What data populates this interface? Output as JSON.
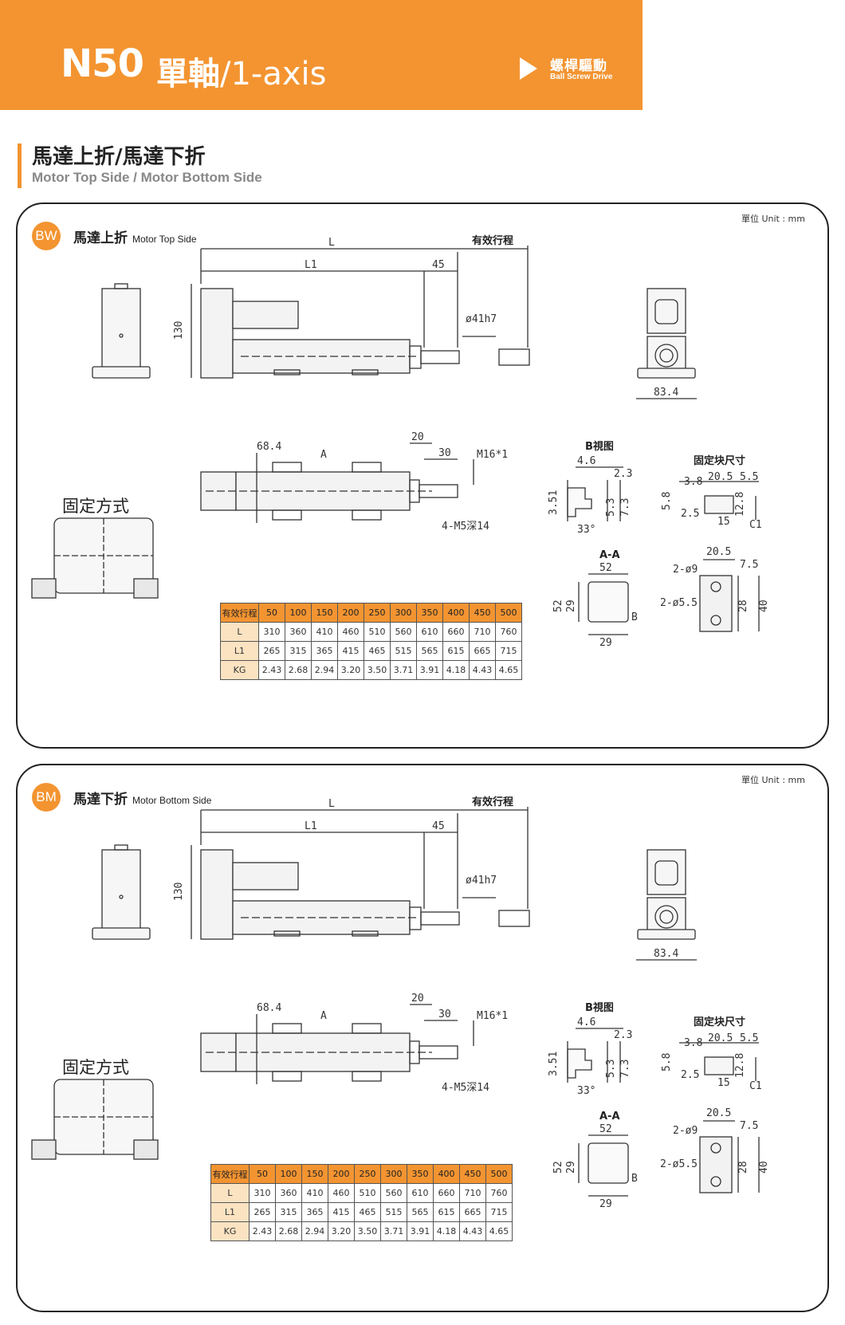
{
  "header": {
    "model": "N50",
    "axis_cn": "單軸",
    "axis_en": "/1-axis",
    "drive_cn": "螺桿驅動",
    "drive_en": "Ball Screw Drive"
  },
  "section": {
    "title_cn": "馬達上折/馬達下折",
    "title_en": "Motor Top Side / Motor Bottom Side"
  },
  "panels": [
    {
      "unit": "單位 Unit : mm",
      "badge": "BW",
      "title_cn": "馬達上折",
      "title_en": "Motor Top Side",
      "labels": {
        "L": "L",
        "L1": "L1",
        "d45": "45",
        "stroke": "有效行程",
        "d130": "130",
        "shaft": "ø41h7",
        "w834": "83.4",
        "d684": "68.4",
        "d20": "20",
        "d30": "30",
        "m16": "M16*1",
        "A": "A",
        "m5": "4-M5深14",
        "fix": "固定方式",
        "bview": "B視图",
        "d46": "4.6",
        "d23": "2.3",
        "d351": "3.51",
        "d53": "5.3",
        "d73": "7.3",
        "ang": "33°",
        "block": "固定块尺寸",
        "d38": "3.8",
        "d205": "20.5",
        "d55": "5.5",
        "d58": "5.8",
        "d25": "2.5",
        "d15": "15",
        "d128": "12.8",
        "c1": "C1",
        "aa": "A-A",
        "d52": "52",
        "d52v": "52",
        "d29": "29",
        "d29b": "29",
        "B": "B",
        "d205b": "20.5",
        "d75": "7.5",
        "h9": "2-ø9",
        "h55": "2-ø5.5",
        "d28": "28",
        "d40": "40"
      }
    },
    {
      "unit": "單位 Unit : mm",
      "badge": "BM",
      "title_cn": "馬達下折",
      "title_en": "Motor Bottom Side",
      "labels": {
        "L": "L",
        "L1": "L1",
        "d45": "45",
        "stroke": "有效行程",
        "d130": "130",
        "shaft": "ø41h7",
        "w834": "83.4",
        "d684": "68.4",
        "d20": "20",
        "d30": "30",
        "m16": "M16*1",
        "A": "A",
        "m5": "4-M5深14",
        "fix": "固定方式",
        "bview": "B視图",
        "d46": "4.6",
        "d23": "2.3",
        "d351": "3.51",
        "d53": "5.3",
        "d73": "7.3",
        "ang": "33°",
        "block": "固定块尺寸",
        "d38": "3.8",
        "d205": "20.5",
        "d55": "5.5",
        "d58": "5.8",
        "d25": "2.5",
        "d15": "15",
        "d128": "12.8",
        "c1": "C1",
        "aa": "A-A",
        "d52": "52",
        "d52v": "52",
        "d29": "29",
        "d29b": "29",
        "B": "B",
        "d205b": "20.5",
        "d75": "7.5",
        "h9": "2-ø9",
        "h55": "2-ø5.5",
        "d28": "28",
        "d40": "40"
      }
    }
  ],
  "spec_table": {
    "header": "有效行程",
    "strokes": [
      "50",
      "100",
      "150",
      "200",
      "250",
      "300",
      "350",
      "400",
      "450",
      "500"
    ],
    "rows": [
      {
        "label": "L",
        "values": [
          "310",
          "360",
          "410",
          "460",
          "510",
          "560",
          "610",
          "660",
          "710",
          "760"
        ]
      },
      {
        "label": "L1",
        "values": [
          "265",
          "315",
          "365",
          "415",
          "465",
          "515",
          "565",
          "615",
          "665",
          "715"
        ]
      },
      {
        "label": "KG",
        "values": [
          "2.43",
          "2.68",
          "2.94",
          "3.20",
          "3.50",
          "3.71",
          "3.91",
          "4.18",
          "4.43",
          "4.65"
        ]
      }
    ]
  },
  "colors": {
    "accent": "#f39431",
    "table_label_bg": "#fbe3c2",
    "line": "#333333"
  }
}
